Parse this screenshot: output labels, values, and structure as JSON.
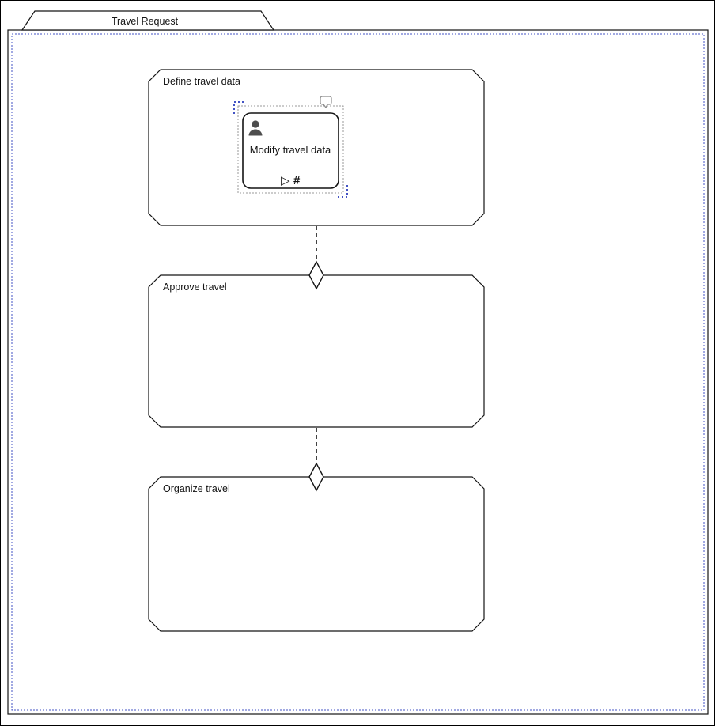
{
  "diagram": {
    "case_plan": {
      "label": "Travel Request",
      "selected": true
    },
    "stages": [
      {
        "id": "define-travel-data",
        "label": "Define travel data"
      },
      {
        "id": "approve-travel",
        "label": "Approve travel"
      },
      {
        "id": "organize-travel",
        "label": "Organize travel"
      }
    ],
    "tasks": [
      {
        "id": "modify-travel-data",
        "label": "Modify travel data",
        "type": "human-task",
        "icon": "user-icon",
        "selected": true,
        "markers": {
          "manual_activation": "▷",
          "repetition": "#"
        }
      }
    ],
    "connectors": [
      {
        "from": "define-travel-data",
        "to": "approve-travel",
        "style": "dashed",
        "entry_criterion": "diamond"
      },
      {
        "from": "approve-travel",
        "to": "organize-travel",
        "style": "dashed",
        "entry_criterion": "diamond"
      }
    ],
    "colors": {
      "stroke": "#141414",
      "selection_blue": "#4353c4",
      "selection_dash_gray": "#9a9a9a",
      "icon_gray": "#4d4d4d",
      "background": "#ffffff"
    }
  }
}
